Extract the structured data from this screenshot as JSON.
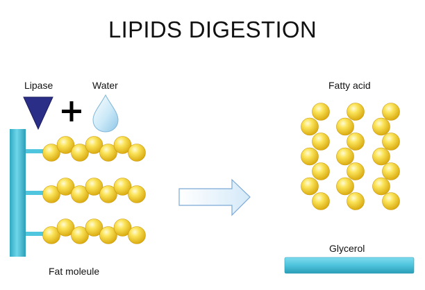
{
  "title": "LIPIDS DIGESTION",
  "labels": {
    "lipase": "Lipase",
    "water": "Water",
    "plus": "+",
    "fat_molecule": "Fat moleule",
    "fatty_acid": "Fatty acid",
    "glycerol": "Glycerol"
  },
  "colors": {
    "glycerol_blue": "#4fc6dd",
    "bead_yellow": "#f3d23a",
    "enzyme_navy": "#2b2e86",
    "water_blue": "#bfe3f6",
    "arrow_fill": "#e3f1fb",
    "arrow_stroke": "#7aa9d6"
  },
  "icons": [
    "lipase-enzyme-icon",
    "water-drop-icon",
    "plus-sign",
    "reaction-arrow-icon"
  ]
}
